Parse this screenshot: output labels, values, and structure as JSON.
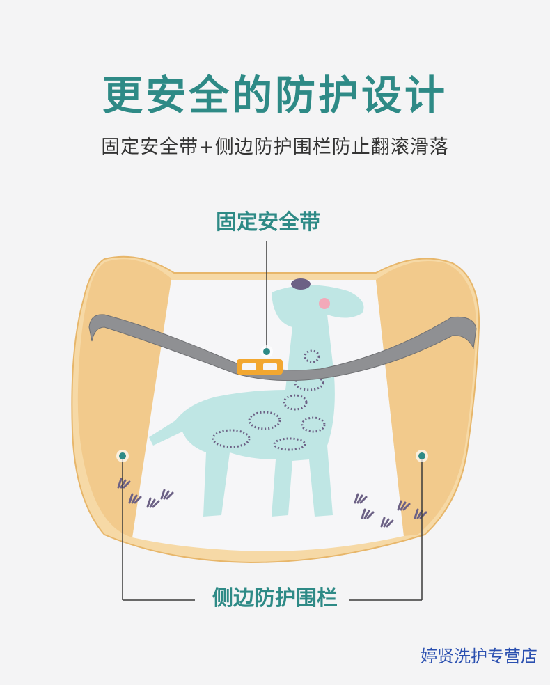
{
  "headline": "更安全的防护设计",
  "subheadline": "固定安全带+侧边防护围栏防止翻滚滑落",
  "callouts": {
    "seat_belt": "固定安全带",
    "side_guard": "侧边防护围栏"
  },
  "watermark": "婷贤洗护专营店",
  "colors": {
    "accent": "#2e8a86",
    "cushion_side": "#f1c98a",
    "cushion_top": "#f6f6f8",
    "giraffe": "#bfe6e4",
    "belt": "#8f9093",
    "buckle": "#f2a730"
  }
}
